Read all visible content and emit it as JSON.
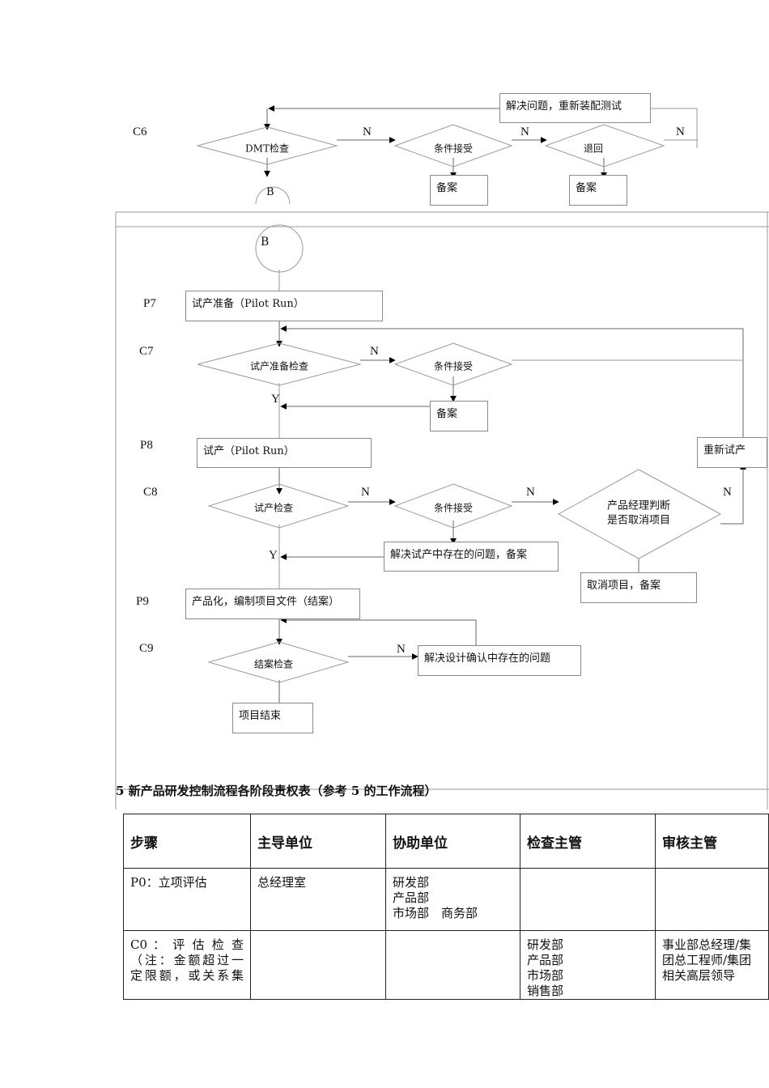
{
  "flowchart": {
    "steps": {
      "c6": "C6",
      "p7": "P7",
      "c7": "C7",
      "p8": "P8",
      "c8": "C8",
      "p9": "P9",
      "c9": "C9"
    },
    "decisions": {
      "dmt_check": "DMT检查",
      "c6_conditional": "条件接受",
      "c6_return": "退回",
      "c7_check": "试产准备检查",
      "c7_conditional": "条件接受",
      "c8_check": "试产检查",
      "c8_conditional": "条件接受",
      "pm_judge_line1": "产品经理判断",
      "pm_judge_line2": "是否取消项目",
      "c9_check": "结案检查"
    },
    "boxes": {
      "resolve_retest": "解决问题，重新装配测试",
      "archive_1": "备案",
      "archive_2": "备案",
      "pilot_prep": "试产准备（Pilot Run）",
      "archive_3": "备案",
      "pilot_run": "试产（Pilot Run）",
      "rerun": "重新试产",
      "resolve_pilot": "解决试产中存在的问题，备案",
      "cancel_project": "取消项目，备案",
      "productize": "产品化，编制项目文件（结案）",
      "resolve_design": "解决设计确认中存在的问题",
      "project_end": "项目结束"
    },
    "connectors": {
      "b_top": "B",
      "b_main": "B"
    },
    "flags": {
      "n": "N",
      "y": "Y"
    }
  },
  "section_title": "5 新产品研发控制流程各阶段责权表（参考 5 的工作流程）",
  "table": {
    "headers": [
      "步骤",
      "主导单位",
      "协助单位",
      "检查主管",
      "审核主管"
    ],
    "rows": [
      {
        "step": [
          "P0：立项评估"
        ],
        "lead": [
          "总经理室"
        ],
        "assist": [
          "研发部",
          "产品部",
          "市场部　商务部"
        ],
        "check": [],
        "review": []
      },
      {
        "step": [
          "C0 ： 评 估 检 查",
          "（注：金额超过一",
          "定限额，或关系集"
        ],
        "lead": [],
        "assist": [],
        "check": [
          "研发部",
          "产品部",
          "市场部",
          "销售部"
        ],
        "review": [
          "事业部总经理/集",
          "团总工程师/集团",
          "相关高层领导"
        ]
      }
    ]
  }
}
